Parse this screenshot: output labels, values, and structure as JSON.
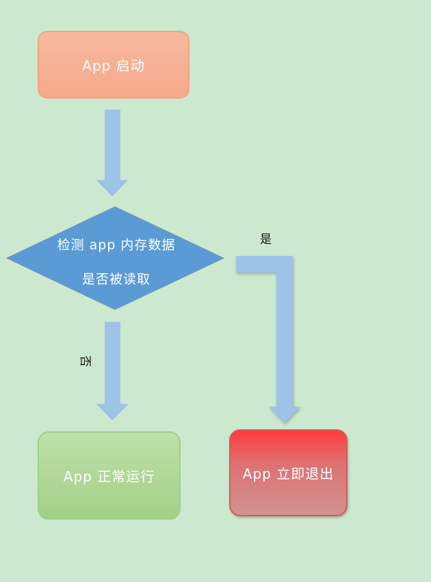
{
  "nodes": {
    "start": "App 启动",
    "decision_line1": "检测 app 内存数据",
    "decision_line2": "是否被读取",
    "run": "App 正常运行",
    "exit": "App 立即退出"
  },
  "edges": {
    "yes": "是",
    "no": "否"
  },
  "colors": {
    "background": "#cce8cf",
    "start_fill": "#f5a98c",
    "decision_fill": "#5b9bd5",
    "run_fill": "#a3cf88",
    "exit_fill": "#dd6b6b",
    "arrow": "#9dc3e6"
  }
}
